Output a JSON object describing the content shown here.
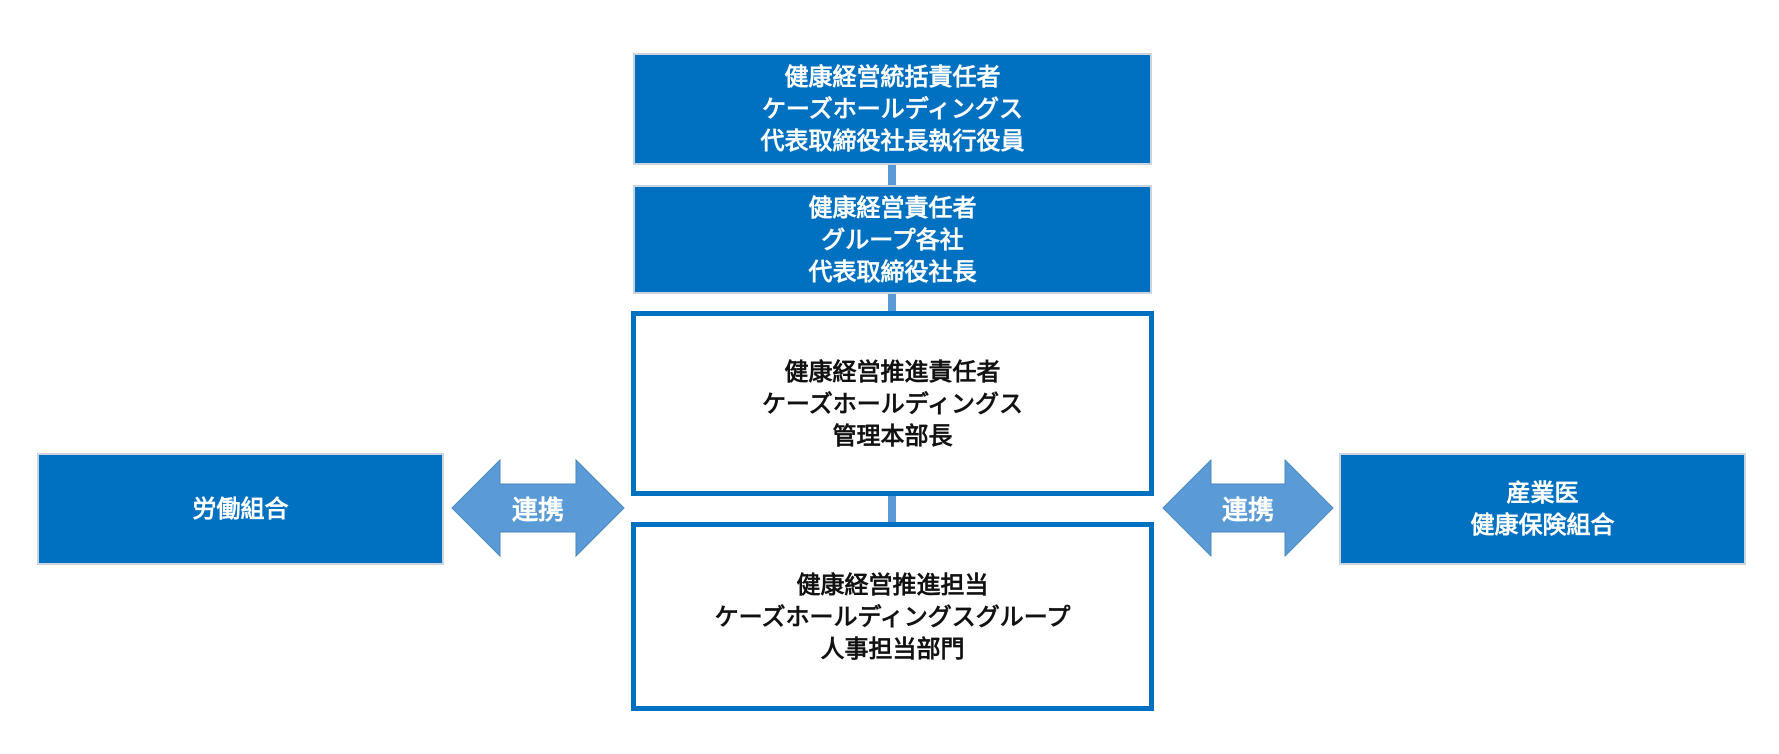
{
  "colors": {
    "primary": "#0070c0",
    "arrow": "#5b9bd5",
    "connector": "#5b9bd5"
  },
  "chain": [
    {
      "lines": [
        "健康経営統括責任者",
        "ケーズホールディングス",
        "代表取締役社長執行役員"
      ],
      "style": "filled"
    },
    {
      "lines": [
        "健康経営責任者",
        "グループ各社",
        "代表取締役社長"
      ],
      "style": "filled"
    },
    {
      "lines": [
        "健康経営推進責任者",
        "ケーズホールディングス",
        "管理本部長"
      ],
      "style": "outline"
    },
    {
      "lines": [
        "健康経営推進担当",
        "ケーズホールディングスグループ",
        "人事担当部門"
      ],
      "style": "outline"
    }
  ],
  "left_partner": {
    "lines": [
      "労働組合"
    ]
  },
  "right_partner": {
    "lines": [
      "産業医",
      "健康保険組合"
    ]
  },
  "left_arrow": {
    "label": "連携"
  },
  "right_arrow": {
    "label": "連携"
  }
}
